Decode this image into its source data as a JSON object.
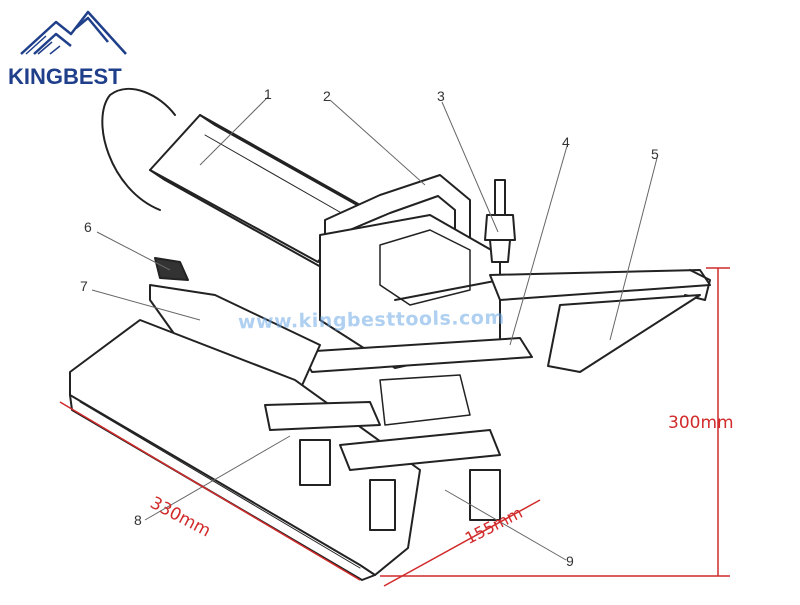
{
  "brand": {
    "name": "KINGBEST",
    "logo_icon": "mountain-logo-icon",
    "color": "#1f3f8a"
  },
  "watermark": "www.kingbesttools.com",
  "dimensions": {
    "height": "300mm",
    "length": "330mm",
    "width": "155mm",
    "color": "#d12a2a"
  },
  "callouts": [
    "1",
    "2",
    "3",
    "4",
    "5",
    "6",
    "7",
    "8",
    "9"
  ]
}
